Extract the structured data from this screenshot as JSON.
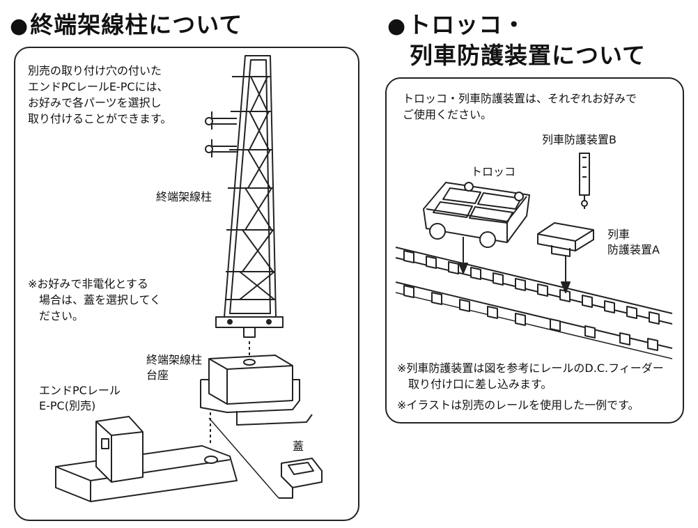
{
  "left": {
    "heading": "終端架線柱について",
    "intro": [
      "別売の取り付け穴の付いた",
      "エンドPCレールE-PCには、",
      "お好みで各パーツを選択し",
      "取り付けることができます。"
    ],
    "note": [
      "※お好みで非電化とする",
      "　場合は、蓋を選択してく",
      "　ださい。"
    ],
    "labels": {
      "pole": "終端架線柱",
      "base": [
        "終端架線柱",
        "台座"
      ],
      "rail": [
        "エンドPCレール",
        "E-PC(別売)"
      ],
      "lid": "蓋"
    }
  },
  "right": {
    "heading": [
      "トロッコ・",
      "列車防護装置について"
    ],
    "intro": [
      "トロッコ・列車防護装置は、それぞれお好みで",
      "ご使用ください。"
    ],
    "labels": {
      "device_b": "列車防護装置B",
      "trolley": "トロッコ",
      "device_a": [
        "列車",
        "防護装置A"
      ]
    },
    "notes": [
      "※列車防護装置は図を参考にレールのD.C.フィーダー",
      "　取り付け口に差し込みます。",
      "※イラストは別売のレールを使用した一例です。"
    ]
  }
}
